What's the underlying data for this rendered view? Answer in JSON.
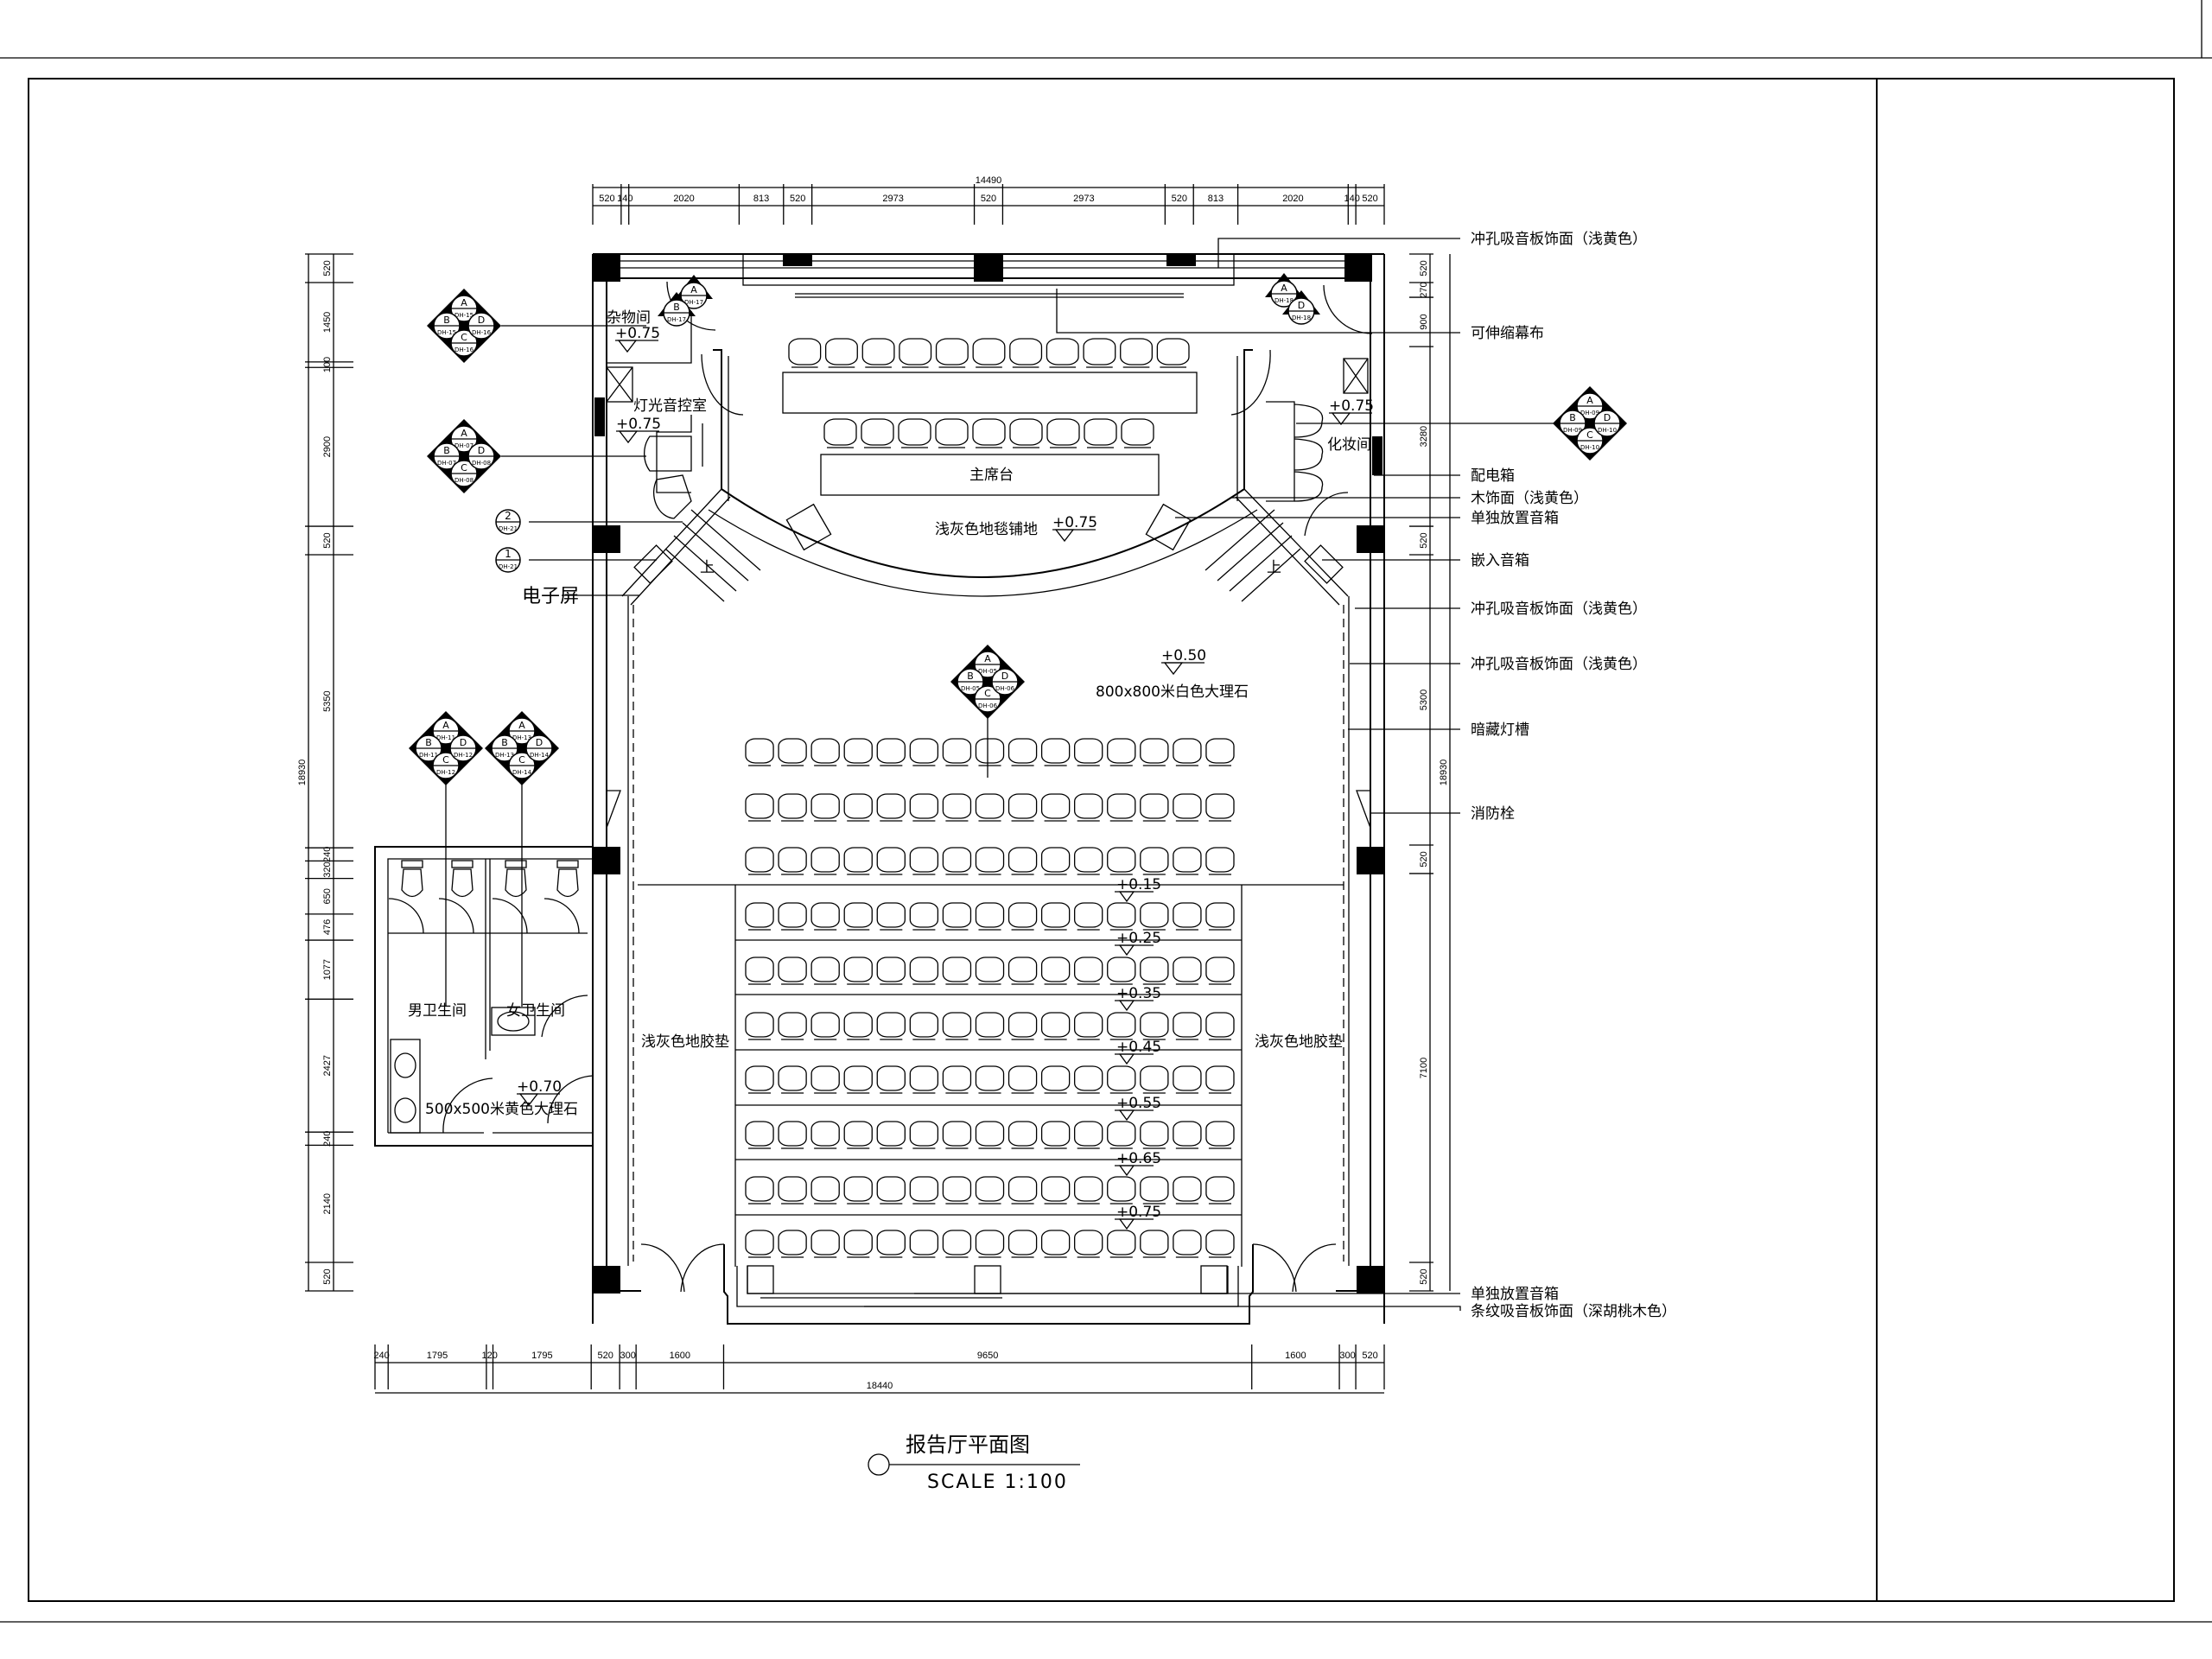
{
  "drawing": {
    "title": "报告厅平面图",
    "scale": "SCALE 1:100"
  },
  "dimensions": {
    "top": {
      "total": 14490,
      "segments": [
        520,
        140,
        2020,
        813,
        520,
        2973,
        520,
        2973,
        520,
        813,
        2020,
        140,
        520
      ]
    },
    "bottom": {
      "total": 18440,
      "segments": [
        240,
        1795,
        120,
        1795,
        520,
        300,
        1600,
        9650,
        1600,
        300,
        520
      ]
    },
    "left": {
      "total": 18930,
      "segments": [
        520,
        1450,
        100,
        2900,
        520,
        5350,
        240,
        320,
        650,
        476,
        1077,
        2427,
        240,
        2140,
        520
      ]
    },
    "right": {
      "total": 18930,
      "segments": [
        520,
        270,
        900,
        3280,
        520,
        5300,
        520,
        7100,
        520
      ]
    }
  },
  "rooms": {
    "storage": "杂物间",
    "control_room": "灯光音控室",
    "dressing_room": "化妆间",
    "podium": "主席台",
    "stage_floor": "浅灰色地毯铺地",
    "hall_floor": "800x800米白色大理石",
    "aisle_left": "浅灰色地胶垫",
    "aisle_right": "浅灰色地胶垫",
    "mens_wc": "男卫生间",
    "womens_wc": "女卫生间",
    "wc_floor": "500x500米黄色大理石",
    "screen": "电子屏",
    "stair_up_left": "上",
    "stair_up_right": "上"
  },
  "elevations": {
    "storage": "+0.75",
    "control_room": "+0.75",
    "dressing_room": "+0.75",
    "stage": "+0.75",
    "hall": "+0.50",
    "wc": "+0.70",
    "tiers": [
      "+0.15",
      "+0.25",
      "+0.35",
      "+0.45",
      "+0.55",
      "+0.65",
      "+0.75"
    ]
  },
  "callouts_right": [
    "冲孔吸音板饰面（浅黄色）",
    "可伸缩幕布",
    "配电箱",
    "木饰面（浅黄色）",
    "单独放置音箱",
    "嵌入音箱",
    "冲孔吸音板饰面（浅黄色）",
    "冲孔吸音板饰面（浅黄色）",
    "暗藏灯槽",
    "消防栓",
    "单独放置音箱",
    "条纹吸音板饰面（深胡桃木色）"
  ],
  "section_marks": [
    {
      "number": "2",
      "sheet": "DH-21"
    },
    {
      "number": "1",
      "sheet": "DH-21"
    }
  ],
  "elevation_tags": [
    {
      "A": "DH-15",
      "B": "DH-15",
      "C": "DH-16",
      "D": "DH-16"
    },
    {
      "A": "DH-07",
      "B": "DH-07",
      "C": "DH-08",
      "D": "DH-08"
    },
    {
      "A": "DH-05",
      "B": "DH-05",
      "C": "DH-06",
      "D": "DH-06"
    },
    {
      "A": "DH-11",
      "B": "DH-11",
      "C": "DH-12",
      "D": "DH-12"
    },
    {
      "A": "DH-13",
      "B": "DH-13",
      "C": "DH-14",
      "D": "DH-14"
    },
    {
      "A": "DH-09",
      "B": "DH-09",
      "C": "DH-10",
      "D": "DH-10"
    }
  ],
  "partial_tags": [
    {
      "A": "DH-17",
      "B": "DH-17"
    },
    {
      "A": "DH-18",
      "D": "DH-18"
    }
  ],
  "seating": {
    "stage_rows": [
      11,
      9
    ],
    "audience_rows": [
      15,
      15,
      15,
      15,
      15,
      15,
      15,
      15,
      15,
      15
    ]
  }
}
